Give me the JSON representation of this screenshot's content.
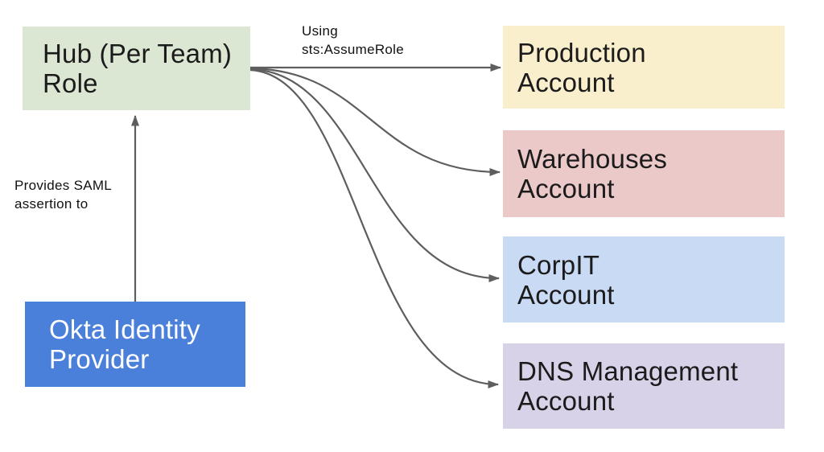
{
  "canvas": {
    "background": "#ffffff"
  },
  "colors": {
    "arrow": "#5e5e5e",
    "text": "#1b1b1b",
    "hub_fill": "#dbe7d2",
    "production_fill": "#faefcd",
    "warehouses_fill": "#ecc9c9",
    "corpit_fill": "#c9daf5",
    "dns_fill": "#d8d2e8",
    "idp_fill": "#4a80da",
    "idp_text": "#ffffff"
  },
  "hub": {
    "line1": "Hub (Per Team)",
    "line2": "Role"
  },
  "accounts": [
    {
      "line1": "Production",
      "line2": "Account",
      "fill": "#faefcd"
    },
    {
      "line1": "Warehouses",
      "line2": "Account",
      "fill": "#ecc9c9"
    },
    {
      "line1": "CorpIT",
      "line2": "Account",
      "fill": "#c9daf5"
    },
    {
      "line1": "DNS Management",
      "line2": "Account",
      "fill": "#d8d2e8"
    }
  ],
  "idp": {
    "line1": "Okta Identity",
    "line2": "Provider"
  },
  "edge_labels": {
    "assume_role": {
      "line1": "Using",
      "line2": "sts:AssumeRole"
    },
    "saml": {
      "line1": "Provides SAML",
      "line2": "assertion to"
    }
  }
}
